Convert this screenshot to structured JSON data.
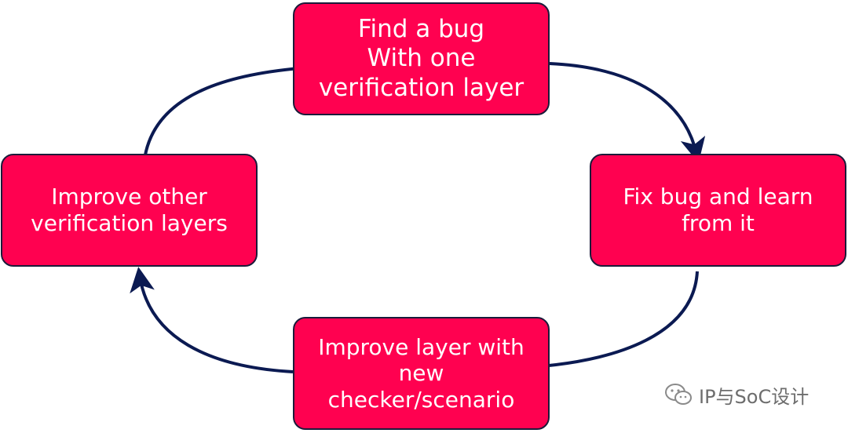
{
  "diagram": {
    "nodes": {
      "top": [
        "Find a bug",
        "With one",
        "verification layer"
      ],
      "right": [
        "Fix bug and learn",
        "from it"
      ],
      "bottom": [
        "Improve layer with",
        "new",
        "checker/scenario"
      ],
      "left": [
        "Improve other",
        "verification layers"
      ]
    },
    "colors": {
      "node_fill": "#ff0150",
      "node_border": "#1b1b3a",
      "arrow": "#0b1a52",
      "text": "#ffffff"
    }
  },
  "watermark": {
    "text": "IP与SoC设计",
    "icon": "wechat-icon"
  }
}
